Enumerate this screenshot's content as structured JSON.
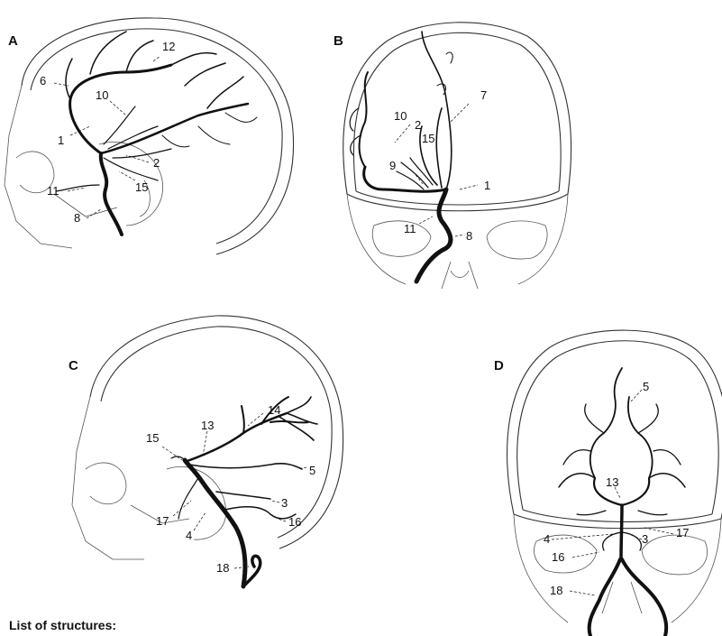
{
  "panels": [
    {
      "letter": "A",
      "labels": [
        "12",
        "6",
        "10",
        "1",
        "2",
        "15",
        "11",
        "8"
      ]
    },
    {
      "letter": "B",
      "labels": [
        "7",
        "10",
        "2",
        "15",
        "9",
        "1",
        "11",
        "8"
      ]
    },
    {
      "letter": "C",
      "labels": [
        "14",
        "13",
        "15",
        "5",
        "3",
        "17",
        "4",
        "16",
        "18"
      ]
    },
    {
      "letter": "D",
      "labels": [
        "5",
        "13",
        "4",
        "3",
        "17",
        "16",
        "18"
      ]
    }
  ],
  "caption": "List of structures:"
}
